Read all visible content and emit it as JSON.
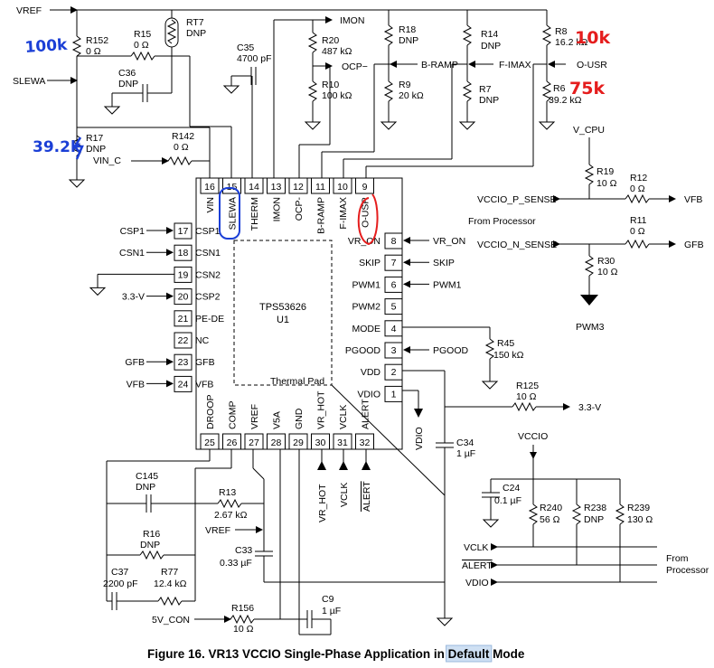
{
  "chip": {
    "name": "TPS53626",
    "ref": "U1",
    "thermal_pad": "Thermal Pad"
  },
  "pins_top": [
    {
      "num": "16",
      "name": "VIN"
    },
    {
      "num": "15",
      "name": "SLEWA"
    },
    {
      "num": "14",
      "name": "THERM"
    },
    {
      "num": "13",
      "name": "IMON"
    },
    {
      "num": "12",
      "name": "OCP-"
    },
    {
      "num": "11",
      "name": "B-RAMP"
    },
    {
      "num": "10",
      "name": "F-IMAX"
    },
    {
      "num": "9",
      "name": "O-USR"
    }
  ],
  "pins_left": [
    {
      "num": "17",
      "name": "CSP1",
      "net": "CSP1"
    },
    {
      "num": "18",
      "name": "CSN1",
      "net": "CSN1"
    },
    {
      "num": "19",
      "name": "CSN2",
      "net": ""
    },
    {
      "num": "20",
      "name": "CSP2",
      "net": "3.3-V"
    },
    {
      "num": "21",
      "name": "PE-DE",
      "net": ""
    },
    {
      "num": "22",
      "name": "NC",
      "net": ""
    },
    {
      "num": "23",
      "name": "GFB",
      "net": "GFB"
    },
    {
      "num": "24",
      "name": "VFB",
      "net": "VFB"
    }
  ],
  "pins_right": [
    {
      "num": "8",
      "name": "VR_ON",
      "net": "VR_ON"
    },
    {
      "num": "7",
      "name": "SKIP",
      "net": "SKIP"
    },
    {
      "num": "6",
      "name": "PWM1",
      "net": "PWM1"
    },
    {
      "num": "5",
      "name": "PWM2",
      "net": ""
    },
    {
      "num": "4",
      "name": "MODE",
      "net": ""
    },
    {
      "num": "3",
      "name": "PGOOD",
      "net": "PGOOD"
    },
    {
      "num": "2",
      "name": "VDD",
      "net": ""
    },
    {
      "num": "1",
      "name": "VDIO",
      "net": ""
    }
  ],
  "pins_bottom": [
    {
      "num": "25",
      "name": "DROOP"
    },
    {
      "num": "26",
      "name": "COMP"
    },
    {
      "num": "27",
      "name": "VREF"
    },
    {
      "num": "28",
      "name": "V5A"
    },
    {
      "num": "29",
      "name": "GND"
    },
    {
      "num": "30",
      "name": "VR_HOT"
    },
    {
      "num": "31",
      "name": "VCLK"
    },
    {
      "num": "32",
      "name": "ALERT"
    }
  ],
  "components": {
    "r152": {
      "ref": "R152",
      "val": "0 Ω"
    },
    "r15": {
      "ref": "R15",
      "val": "0 Ω"
    },
    "rt7": {
      "ref": "RT7",
      "val": "DNP"
    },
    "c36": {
      "ref": "C36",
      "val": "DNP"
    },
    "c35": {
      "ref": "C35",
      "val": "4700 pF"
    },
    "r20": {
      "ref": "R20",
      "val": "487 kΩ"
    },
    "r10": {
      "ref": "R10",
      "val": "100 kΩ"
    },
    "r18": {
      "ref": "R18",
      "val": "DNP"
    },
    "r9": {
      "ref": "R9",
      "val": "20 kΩ"
    },
    "r14": {
      "ref": "R14",
      "val": "DNP"
    },
    "r7": {
      "ref": "R7",
      "val": "DNP"
    },
    "r8": {
      "ref": "R8",
      "val": "16.2 kΩ"
    },
    "r6": {
      "ref": "R6",
      "val": "39.2 kΩ"
    },
    "r17": {
      "ref": "R17",
      "val": "DNP"
    },
    "r142": {
      "ref": "R142",
      "val": "0 Ω"
    },
    "r19": {
      "ref": "R19",
      "val": "10 Ω"
    },
    "r12": {
      "ref": "R12",
      "val": "0 Ω"
    },
    "r11": {
      "ref": "R11",
      "val": "0 Ω"
    },
    "r30": {
      "ref": "R30",
      "val": "10 Ω"
    },
    "r45": {
      "ref": "R45",
      "val": "150 kΩ"
    },
    "r125": {
      "ref": "R125",
      "val": "10 Ω"
    },
    "c34": {
      "ref": "C34",
      "val": "1 µF"
    },
    "c24": {
      "ref": "C24",
      "val": "0.1 µF"
    },
    "r240": {
      "ref": "R240",
      "val": "56 Ω"
    },
    "r238": {
      "ref": "R238",
      "val": "DNP"
    },
    "r239": {
      "ref": "R239",
      "val": "130 Ω"
    },
    "c145": {
      "ref": "C145",
      "val": "DNP"
    },
    "r13": {
      "ref": "R13",
      "val": "2.67 kΩ"
    },
    "r16": {
      "ref": "R16",
      "val": "DNP"
    },
    "c37": {
      "ref": "C37",
      "val": "2200 pF"
    },
    "r77": {
      "ref": "R77",
      "val": "12.4 kΩ"
    },
    "c33": {
      "ref": "C33",
      "val": "0.33 µF"
    },
    "r156": {
      "ref": "R156",
      "val": "10 Ω"
    },
    "c9": {
      "ref": "C9",
      "val": "1 µF"
    }
  },
  "nets": {
    "vref": "VREF",
    "slewa": "SLEWA",
    "imon": "IMON",
    "ocp": "OCP−",
    "bramp": "B-RAMP",
    "fimax": "F-IMAX",
    "ousr": "O-USR",
    "vin_c": "VIN_C",
    "v_cpu": "V_CPU",
    "vccio_p": "VCCIO_P_SENSE",
    "vccio_n": "VCCIO_N_SENSE",
    "vfb": "VFB",
    "gfb": "GFB",
    "from_processor": "From Processor",
    "pwm3": "PWM3",
    "v33": "3.3-V",
    "vccio": "VCCIO",
    "vclk": "VCLK",
    "alert": "ALERT",
    "vdio": "VDIO",
    "vr_hot": "VR_HOT",
    "vref2": "VREF",
    "v5_con": "5V_CON",
    "from": "From",
    "processor": "Processor"
  },
  "annotations": {
    "hand_100k": "100k",
    "hand_39k": "39.2k",
    "hand_10k": "10k",
    "hand_75k": "75k"
  },
  "caption": {
    "prefix": "Figure 16.  VR13 VCCIO Single-Phase Application in ",
    "highlight": "Default",
    "suffix": " Mode"
  },
  "colors": {
    "blue_ink": "#1b3fd6",
    "red_ink": "#e51d1d",
    "highlight": "#cfe0f3"
  }
}
